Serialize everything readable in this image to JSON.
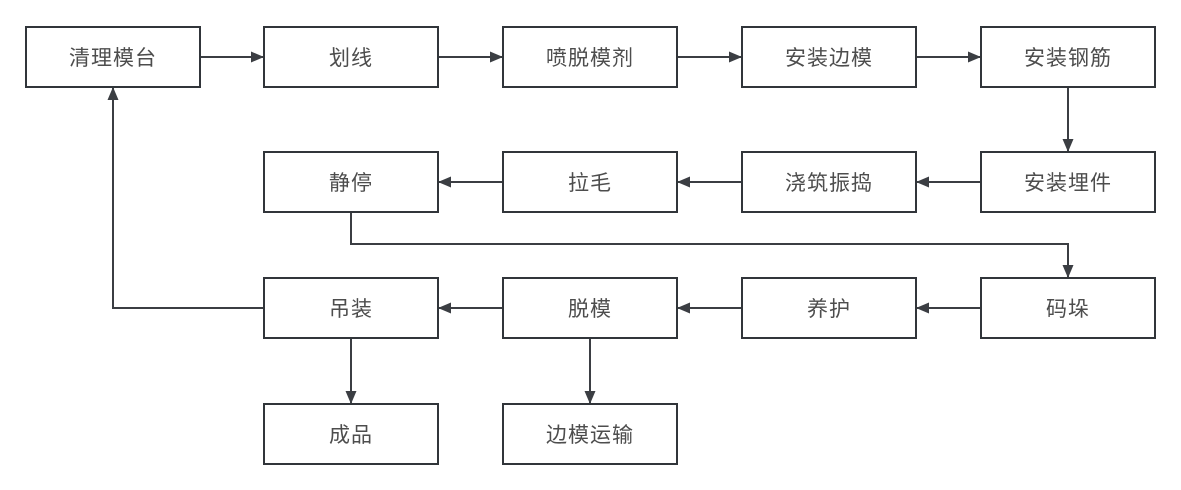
{
  "diagram": {
    "colors": {
      "background": "#ffffff",
      "box_fill": "#ffffff",
      "box_border": "#31353a",
      "text": "#4d4d4d",
      "arrow": "#3b3e43"
    },
    "nodes": [
      {
        "id": "clean-mold-table",
        "label": "清理模台",
        "col": 0,
        "row": 0
      },
      {
        "id": "marking-lines",
        "label": "划线",
        "col": 1,
        "row": 0
      },
      {
        "id": "spray-release-agent",
        "label": "喷脱模剂",
        "col": 2,
        "row": 0
      },
      {
        "id": "install-side-molds",
        "label": "安装边模",
        "col": 3,
        "row": 0
      },
      {
        "id": "install-rebar",
        "label": "安装钢筋",
        "col": 4,
        "row": 0
      },
      {
        "id": "install-embedded-parts",
        "label": "安装埋件",
        "col": 4,
        "row": 1
      },
      {
        "id": "pour-and-vibrate",
        "label": "浇筑振捣",
        "col": 3,
        "row": 1
      },
      {
        "id": "surface-roughening",
        "label": "拉毛",
        "col": 2,
        "row": 1
      },
      {
        "id": "static-rest",
        "label": "静停",
        "col": 1,
        "row": 1
      },
      {
        "id": "stacking",
        "label": "码垛",
        "col": 4,
        "row": 2
      },
      {
        "id": "curing",
        "label": "养护",
        "col": 3,
        "row": 2
      },
      {
        "id": "demolding",
        "label": "脱模",
        "col": 2,
        "row": 2
      },
      {
        "id": "hoisting",
        "label": "吊装",
        "col": 1,
        "row": 2
      },
      {
        "id": "finished-product",
        "label": "成品",
        "col": 1,
        "row": 3
      },
      {
        "id": "side-mold-transport",
        "label": "边模运输",
        "col": 2,
        "row": 3
      }
    ],
    "edges": [
      {
        "from": "clean-mold-table",
        "to": "marking-lines",
        "dir": "right"
      },
      {
        "from": "marking-lines",
        "to": "spray-release-agent",
        "dir": "right"
      },
      {
        "from": "spray-release-agent",
        "to": "install-side-molds",
        "dir": "right"
      },
      {
        "from": "install-side-molds",
        "to": "install-rebar",
        "dir": "right"
      },
      {
        "from": "install-rebar",
        "to": "install-embedded-parts",
        "dir": "down"
      },
      {
        "from": "install-embedded-parts",
        "to": "pour-and-vibrate",
        "dir": "left"
      },
      {
        "from": "pour-and-vibrate",
        "to": "surface-roughening",
        "dir": "left"
      },
      {
        "from": "surface-roughening",
        "to": "static-rest",
        "dir": "left"
      },
      {
        "from": "static-rest",
        "to": "stacking",
        "dir": "down-right-down"
      },
      {
        "from": "stacking",
        "to": "curing",
        "dir": "left"
      },
      {
        "from": "curing",
        "to": "demolding",
        "dir": "left"
      },
      {
        "from": "demolding",
        "to": "hoisting",
        "dir": "left"
      },
      {
        "from": "hoisting",
        "to": "clean-mold-table",
        "dir": "left-up"
      },
      {
        "from": "hoisting",
        "to": "finished-product",
        "dir": "down"
      },
      {
        "from": "demolding",
        "to": "side-mold-transport",
        "dir": "down"
      }
    ]
  }
}
